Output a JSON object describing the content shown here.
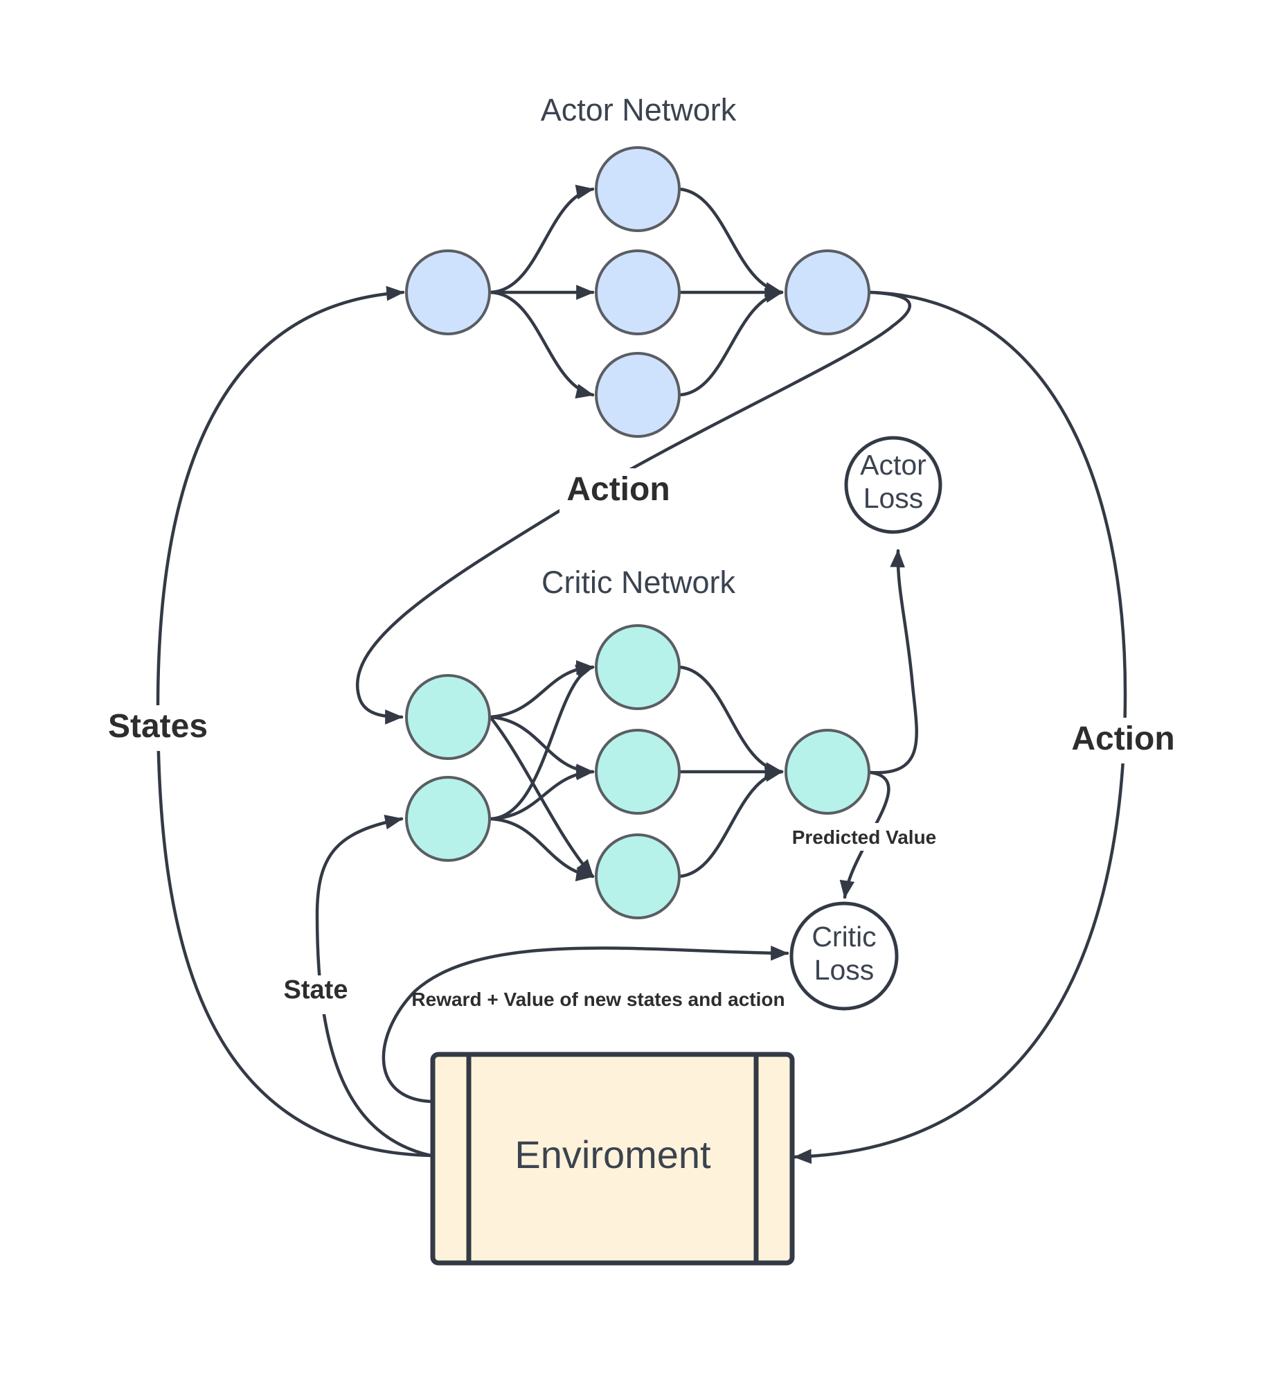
{
  "actor_network": {
    "title": "Actor Network"
  },
  "critic_network": {
    "title": "Critic Network"
  },
  "actor_loss": {
    "line1": "Actor",
    "line2": "Loss"
  },
  "critic_loss": {
    "line1": "Critic",
    "line2": "Loss"
  },
  "environment": {
    "label": "Enviroment"
  },
  "edge_labels": {
    "states": "States",
    "state": "State",
    "action_to_critic": "Action",
    "action_to_env": "Action",
    "predicted_value": "Predicted Value",
    "reward": "Reward + Value of new states and action"
  },
  "colors": {
    "actor_node": "#cfe2fd",
    "critic_node": "#b6f2e9",
    "environment": "#fef3da",
    "edge": "#333a45"
  }
}
